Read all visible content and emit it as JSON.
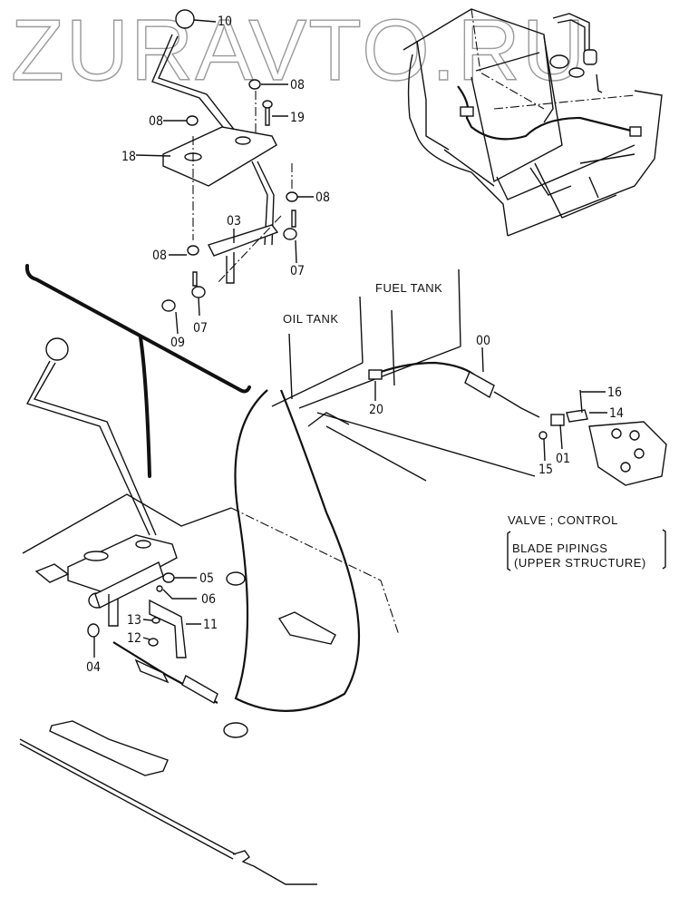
{
  "watermark": "ZURAVTO.RU",
  "labels": {
    "fuel_tank": "FUEL TANK",
    "oil_tank": "OIL TANK",
    "caption_title": "VALVE ; CONTROL",
    "caption_line1": "BLADE PIPINGS",
    "caption_line2": "(UPPER STRUCTURE)"
  },
  "callouts": [
    {
      "id": "c10",
      "text": "10"
    },
    {
      "id": "c08a",
      "text": "08"
    },
    {
      "id": "c08b",
      "text": "08"
    },
    {
      "id": "c19",
      "text": "19"
    },
    {
      "id": "c18",
      "text": "18"
    },
    {
      "id": "c08c",
      "text": "08"
    },
    {
      "id": "c03",
      "text": "03"
    },
    {
      "id": "c08d",
      "text": "08"
    },
    {
      "id": "c07a",
      "text": "07"
    },
    {
      "id": "c09",
      "text": "09"
    },
    {
      "id": "c07b",
      "text": "07"
    },
    {
      "id": "c00",
      "text": "00"
    },
    {
      "id": "c20",
      "text": "20"
    },
    {
      "id": "c16",
      "text": "16"
    },
    {
      "id": "c14",
      "text": "14"
    },
    {
      "id": "c15",
      "text": "15"
    },
    {
      "id": "c01",
      "text": "01"
    },
    {
      "id": "c05",
      "text": "05"
    },
    {
      "id": "c06",
      "text": "06"
    },
    {
      "id": "c13",
      "text": "13"
    },
    {
      "id": "c11",
      "text": "11"
    },
    {
      "id": "c12",
      "text": "12"
    },
    {
      "id": "c04",
      "text": "04"
    }
  ]
}
